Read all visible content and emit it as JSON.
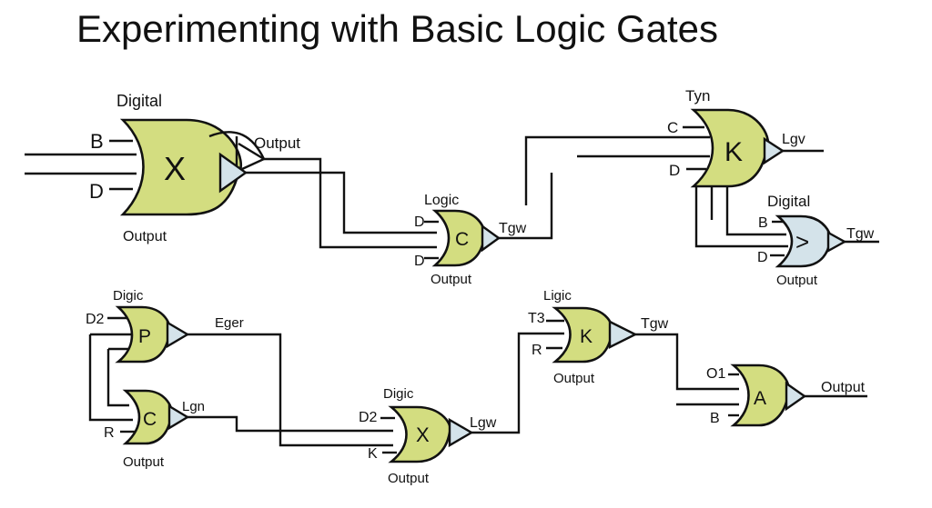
{
  "title": "Experimenting with Basic Logic Gates",
  "colors": {
    "gate_fill": "#d3dd80",
    "bubble_fill": "#d4e3ea",
    "line": "#111111"
  },
  "gates": [
    {
      "id": "g1",
      "symbol": "X",
      "top_label": "Digital",
      "bottom_label": "Output",
      "inputs": [
        "B",
        "D"
      ],
      "output_label": "Output"
    },
    {
      "id": "g2",
      "symbol": "C",
      "top_label": "Logic",
      "bottom_label": "Output",
      "inputs": [
        "D",
        "D"
      ],
      "output_label": "Tgw"
    },
    {
      "id": "g3",
      "symbol": "K",
      "top_label": "Tyn",
      "bottom_label": "",
      "inputs": [
        "C",
        "D"
      ],
      "output_label": "Lgv"
    },
    {
      "id": "g4",
      "symbol": ">",
      "top_label": "Digital",
      "bottom_label": "Output",
      "inputs": [
        "B",
        "D"
      ],
      "output_label": "Tgw"
    },
    {
      "id": "g5",
      "symbol": "P",
      "top_label": "Digic",
      "bottom_label": "",
      "inputs": [
        "D2"
      ],
      "output_label": "Eger"
    },
    {
      "id": "g6",
      "symbol": "C",
      "top_label": "",
      "bottom_label": "Output",
      "inputs": [
        "R"
      ],
      "output_label": "Lgn"
    },
    {
      "id": "g7",
      "symbol": "X",
      "top_label": "Digic",
      "bottom_label": "Output",
      "inputs": [
        "D2",
        "K"
      ],
      "output_label": "Lgw"
    },
    {
      "id": "g8",
      "symbol": "K",
      "top_label": "Ligic",
      "bottom_label": "Output",
      "inputs": [
        "T3",
        "R"
      ],
      "output_label": "Tgw"
    },
    {
      "id": "g9",
      "symbol": "A",
      "top_label": "",
      "bottom_label": "",
      "inputs": [
        "O1",
        "B"
      ],
      "output_label": "Output"
    }
  ]
}
